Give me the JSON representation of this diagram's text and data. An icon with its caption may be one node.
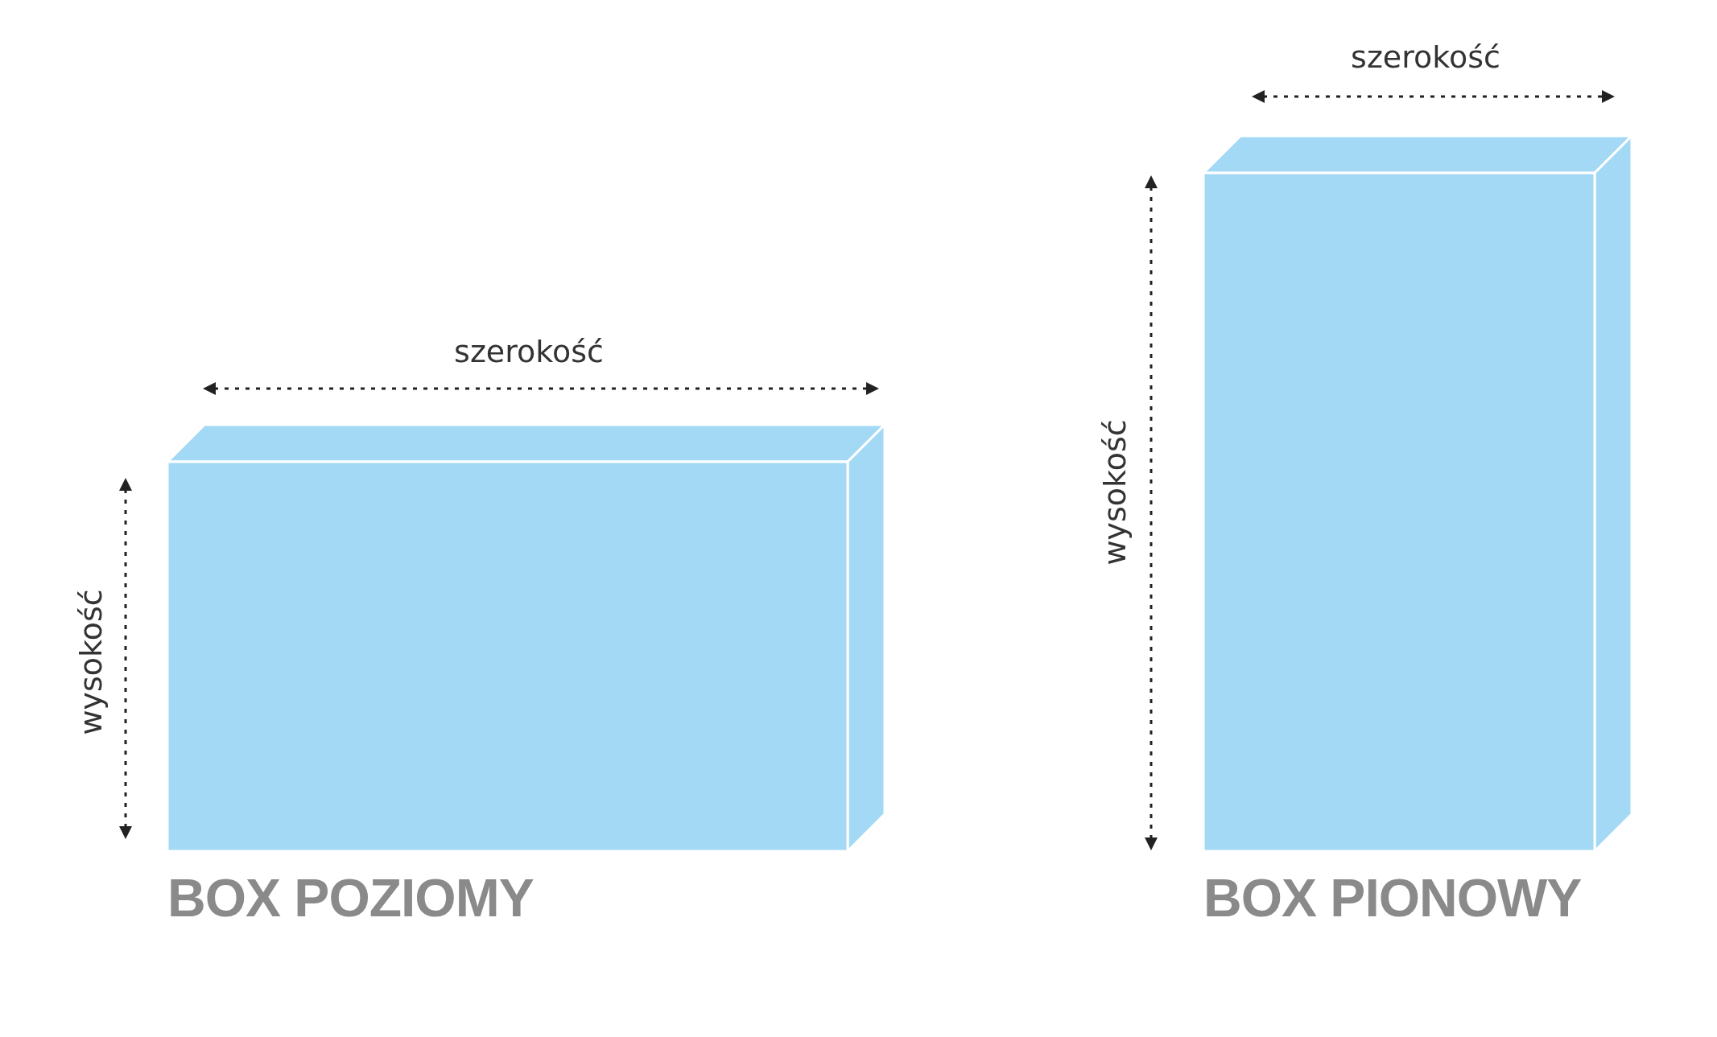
{
  "diagram": {
    "nodes": [
      {
        "text": [
          "BOX POZIOMY"
        ]
      },
      {
        "text": [
          "BOX PIONOWY"
        ]
      }
    ],
    "labels": [
      "szerokość",
      "wysokość",
      "szerokość",
      "wysokość"
    ]
  }
}
